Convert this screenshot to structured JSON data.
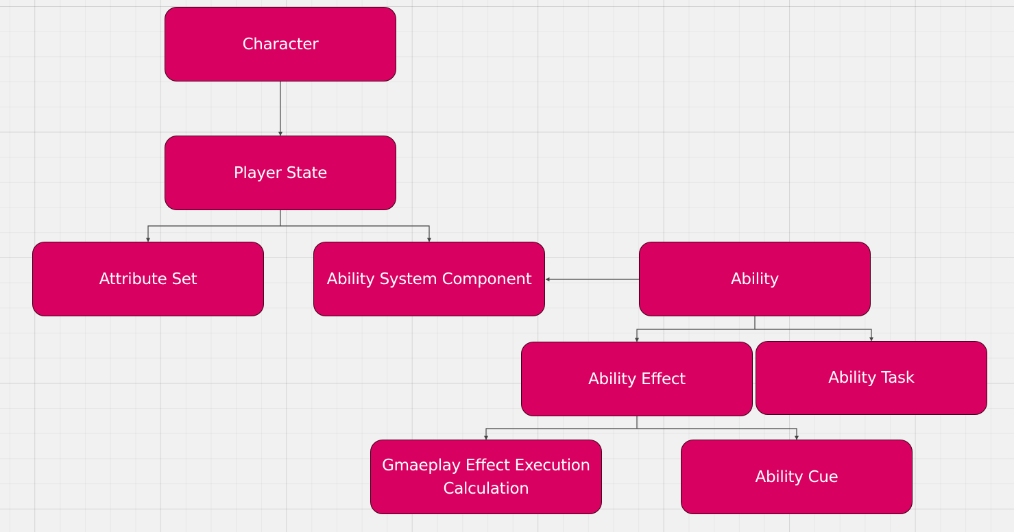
{
  "colors": {
    "node_fill": "#d80060",
    "node_border": "#3a0018",
    "node_text": "#ffffff",
    "edge": "#444444",
    "canvas": "#f1f1f1"
  },
  "nodes": {
    "character": "Character",
    "player_state": "Player State",
    "attribute_set": "Attribute Set",
    "ability_system_component": "Ability System Component",
    "ability": "Ability",
    "ability_effect": "Ability Effect",
    "ability_task": "Ability Task",
    "gameplay_effect_execution_calculation": "Gmaeplay Effect Execution Calculation",
    "ability_cue": "Ability Cue"
  },
  "edges": [
    {
      "from": "character",
      "to": "player_state"
    },
    {
      "from": "player_state",
      "to": "attribute_set"
    },
    {
      "from": "player_state",
      "to": "ability_system_component"
    },
    {
      "from": "ability",
      "to": "ability_system_component"
    },
    {
      "from": "ability",
      "to": "ability_effect"
    },
    {
      "from": "ability",
      "to": "ability_task"
    },
    {
      "from": "ability_effect",
      "to": "gameplay_effect_execution_calculation"
    },
    {
      "from": "ability_effect",
      "to": "ability_cue"
    }
  ]
}
